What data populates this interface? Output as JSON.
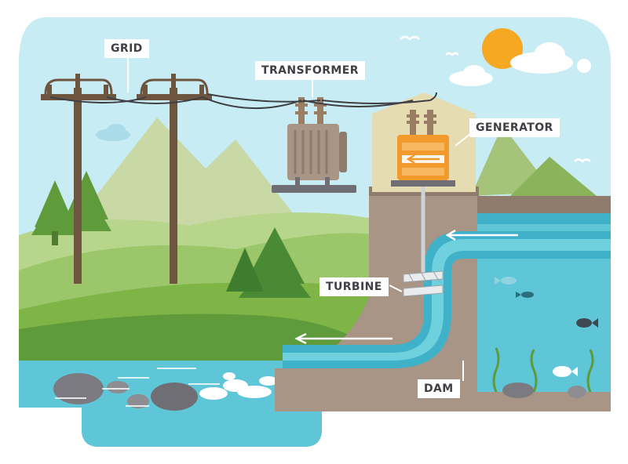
{
  "labels": {
    "grid": "GRID",
    "transformer": "TRANSFORMER",
    "generator": "GENERATOR",
    "turbine": "TURBINE",
    "dam": "DAM"
  },
  "colors": {
    "sky": "#c8ecf4",
    "water": "#5ec6d6",
    "grass": "#8cc24a",
    "dam": "#a89585",
    "generator": "#f39a2c",
    "sun": "#f7a823",
    "pole": "#6e5540"
  },
  "icons": [
    "sun-icon",
    "cloud-icon",
    "bird-icon",
    "fish-icon",
    "tree-icon",
    "seaweed-icon"
  ]
}
